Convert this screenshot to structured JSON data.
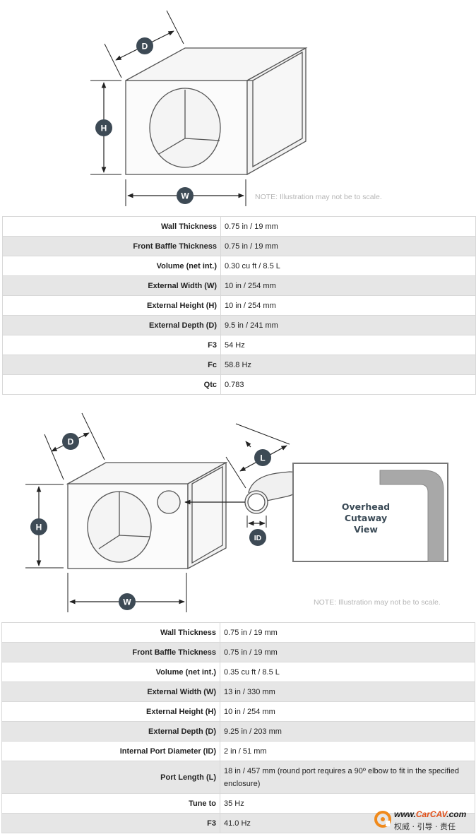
{
  "enclosure1": {
    "badges": {
      "depth": "D",
      "height": "H",
      "width": "W"
    },
    "note": "NOTE: Illustration may not be to scale.",
    "specs": [
      {
        "label": "Wall Thickness",
        "value": "0.75 in / 19 mm"
      },
      {
        "label": "Front Baffle Thickness",
        "value": "0.75 in / 19 mm"
      },
      {
        "label": "Volume (net int.)",
        "value": "0.30 cu ft / 8.5 L"
      },
      {
        "label": "External Width (W)",
        "value": "10 in / 254 mm"
      },
      {
        "label": "External Height (H)",
        "value": "10 in / 254 mm"
      },
      {
        "label": "External Depth (D)",
        "value": "9.5 in / 241 mm"
      },
      {
        "label": "F3",
        "value": "54 Hz"
      },
      {
        "label": "Fc",
        "value": "58.8 Hz"
      },
      {
        "label": "Qtc",
        "value": "0.783"
      }
    ]
  },
  "enclosure2": {
    "badges": {
      "depth": "D",
      "height": "H",
      "width": "W",
      "length": "L",
      "inner_diameter": "ID"
    },
    "cutaway": {
      "line1": "Overhead",
      "line2": "Cutaway",
      "line3": "View"
    },
    "note": "NOTE: Illustration may not be to scale.",
    "specs": [
      {
        "label": "Wall Thickness",
        "value": "0.75 in / 19 mm"
      },
      {
        "label": "Front Baffle Thickness",
        "value": "0.75 in / 19 mm"
      },
      {
        "label": "Volume (net int.)",
        "value": "0.35 cu ft / 8.5 L"
      },
      {
        "label": "External Width (W)",
        "value": "13 in / 330 mm"
      },
      {
        "label": "External Height (H)",
        "value": "10 in / 254 mm"
      },
      {
        "label": "External Depth (D)",
        "value": "9.25 in / 203 mm"
      },
      {
        "label": "Internal Port Diameter (ID)",
        "value": "2 in / 51 mm"
      },
      {
        "label": "Port Length (L)",
        "value": "18 in / 457 mm (round port requires a 90º elbow to fit in the specified enclosure)"
      },
      {
        "label": "Tune to",
        "value": "35 Hz"
      },
      {
        "label": "F3",
        "value": "41.0 Hz"
      }
    ]
  },
  "watermark": {
    "url_prefix": "www.",
    "url_brand": "CarCAV",
    "url_suffix": ".com",
    "tagline": "权威 · 引导 · 责任"
  },
  "colors": {
    "badge": "#3d4a55",
    "line": "#555555",
    "row_alt": "#e6e6e6",
    "cutaway_fill": "#a8a8a8"
  }
}
